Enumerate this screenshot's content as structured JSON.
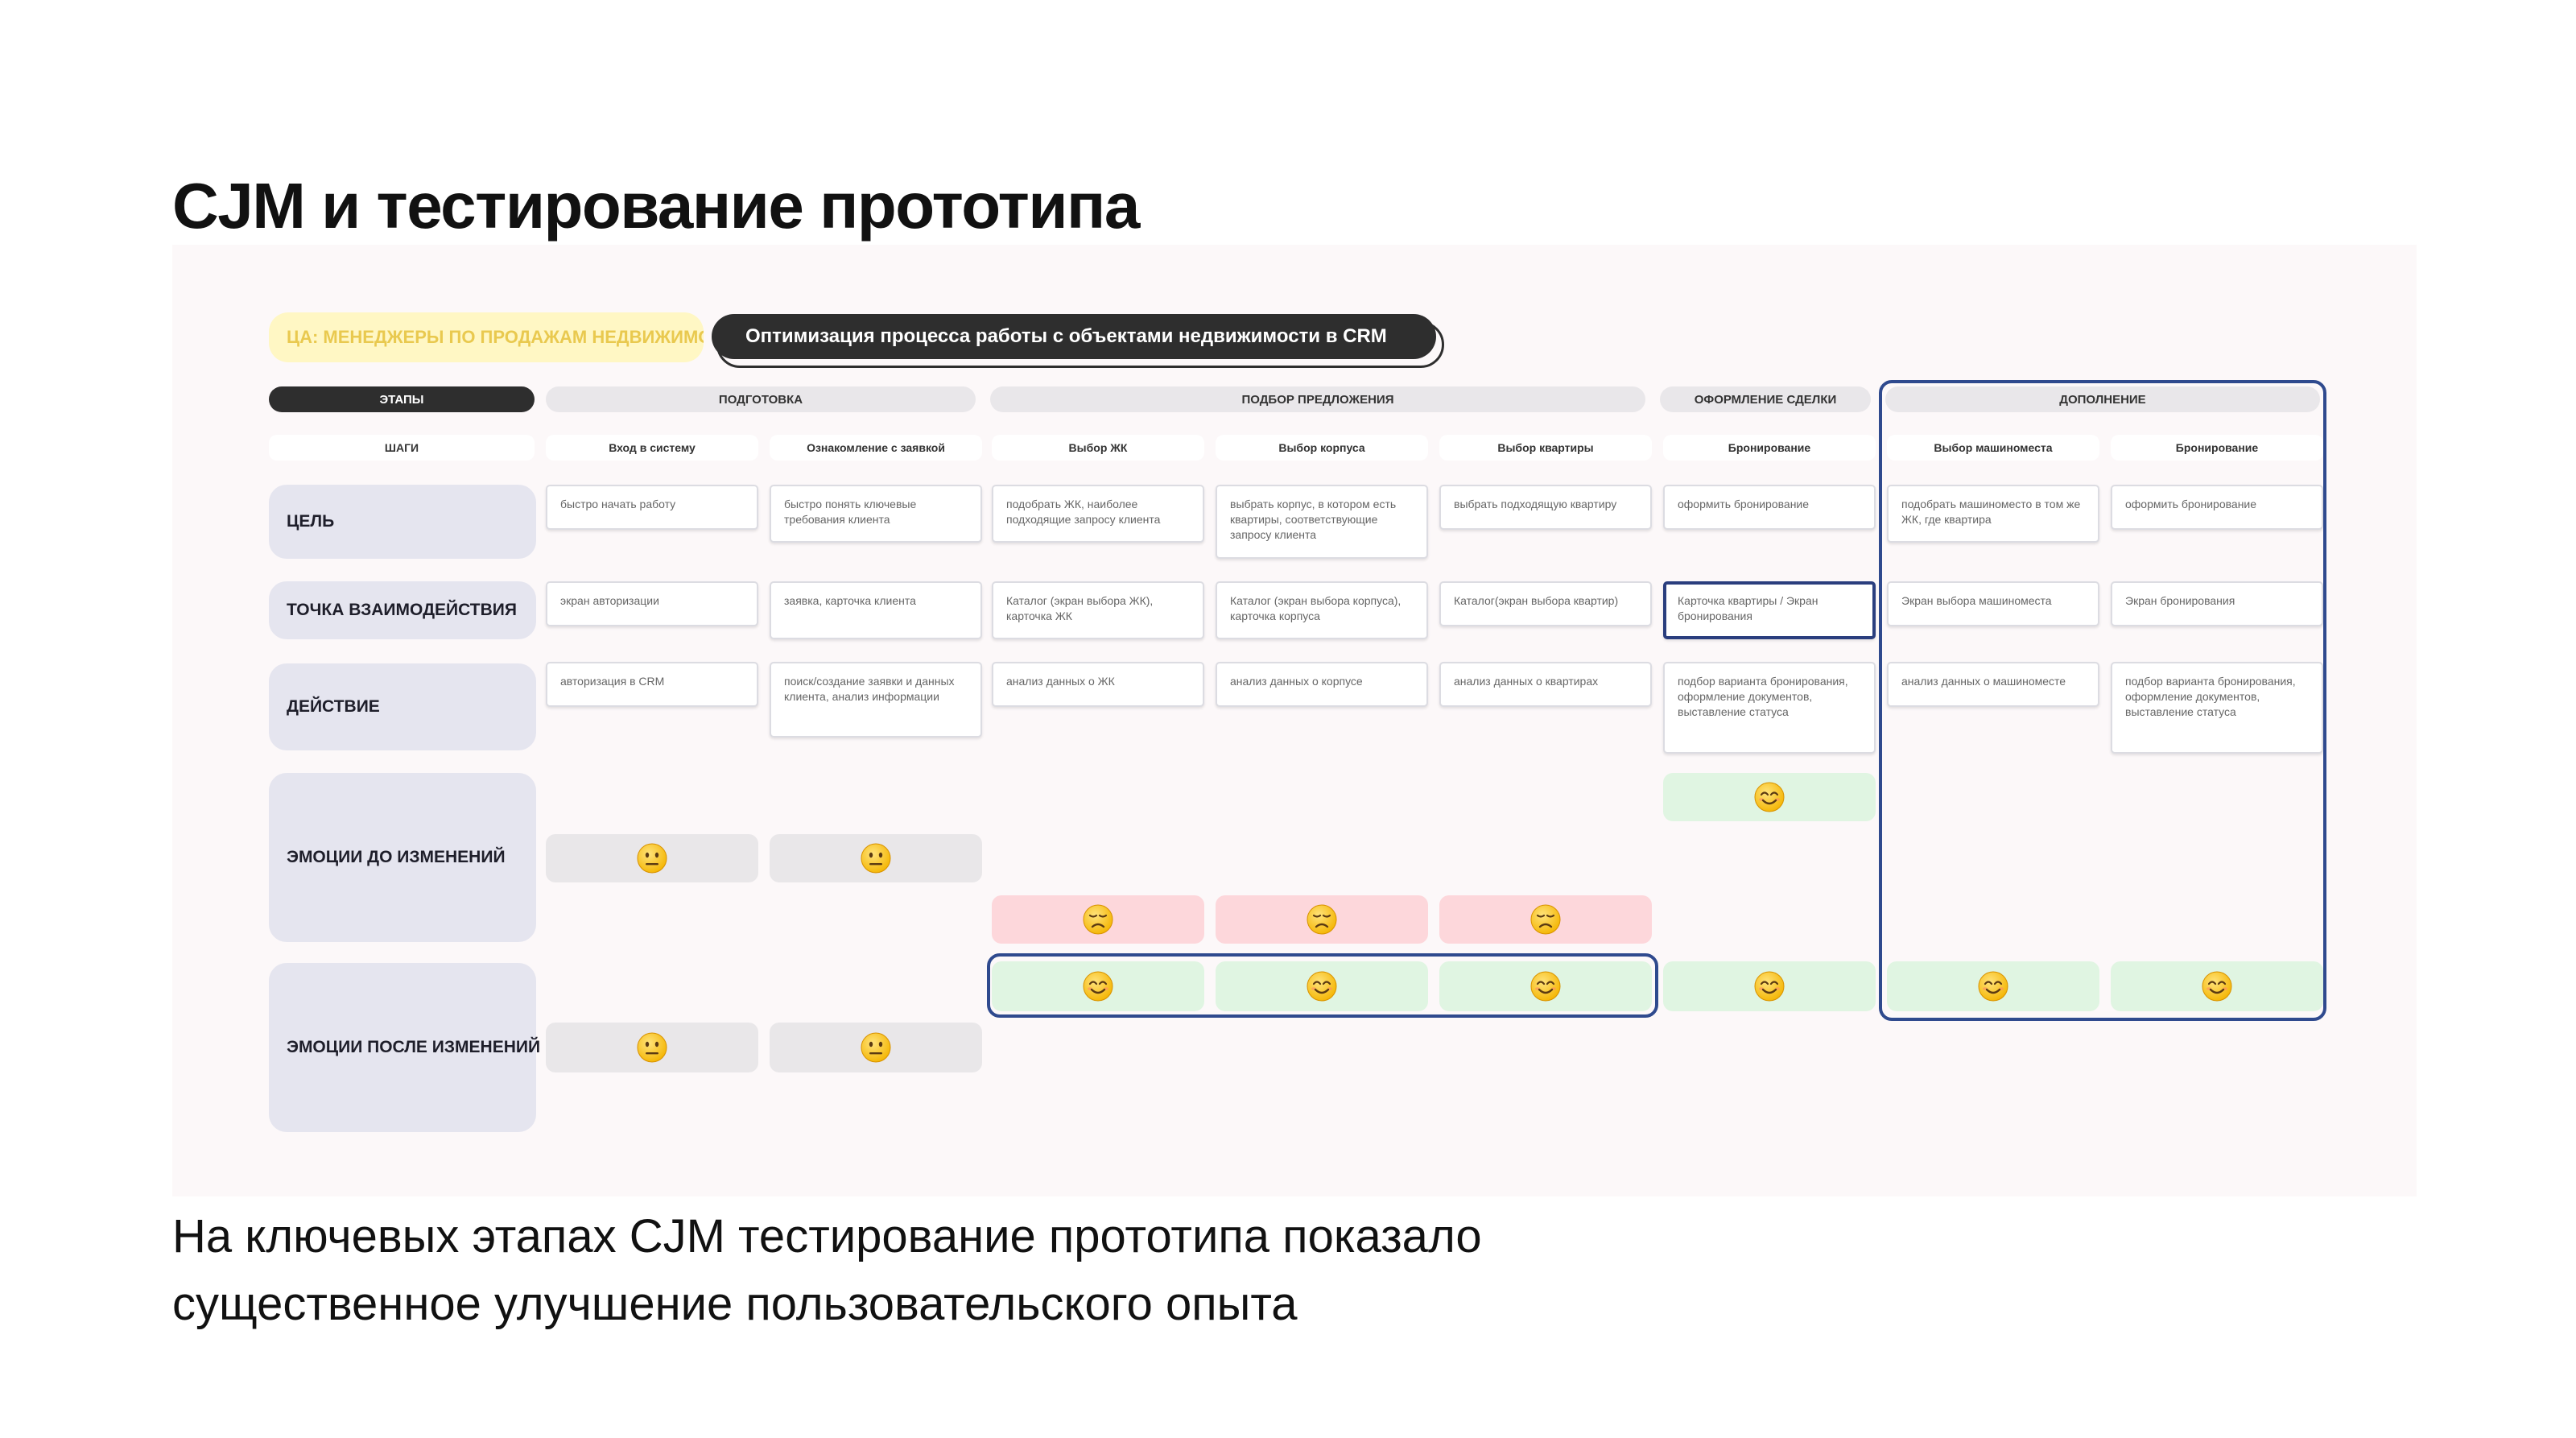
{
  "slide": {
    "title": "CJM и тестирование прототипа",
    "caption_line1": "На ключевых этапах CJM тестирование прототипа показало",
    "caption_line2": "существенное улучшение пользовательского опыта"
  },
  "cjm": {
    "audience_chip": "ЦА: МЕНЕДЖЕРЫ ПО ПРОДАЖАМ НЕДВИЖИМОСТИ",
    "goal_chip": "Оптимизация процесса работы с объектами недвижимости в CRM",
    "stages_label": "ЭТАПЫ",
    "steps_label": "ШАГИ",
    "stages": [
      "ПОДГОТОВКА",
      "ПОДБОР ПРЕДЛОЖЕНИЯ",
      "ОФОРМЛЕНИЕ СДЕЛКИ",
      "ДОПОЛНЕНИЕ"
    ],
    "steps": [
      "Вход в систему",
      "Ознакомление с заявкой",
      "Выбор ЖК",
      "Выбор корпуса",
      "Выбор квартиры",
      "Бронирование",
      "Выбор машиноместа",
      "Бронирование"
    ],
    "row_labels": {
      "goal": "ЦЕЛЬ",
      "touchpoint": "ТОЧКА ВЗАИМОДЕЙСТВИЯ",
      "action": "ДЕЙСТВИЕ",
      "emotions_before": "ЭМОЦИИ ДО ИЗМЕНЕНИЙ",
      "emotions_after": "ЭМОЦИИ ПОСЛЕ ИЗМЕНЕНИЙ"
    },
    "goal": [
      "быстро начать работу",
      "быстро понять ключевые требования клиента",
      "подобрать ЖК, наиболее подходящие запросу клиента",
      "выбрать корпус, в котором есть квартиры, соответствующие запросу клиента",
      "выбрать подходящую квартиру",
      "оформить бронирование",
      "подобрать машиноместо в том же ЖК, где квартира",
      "оформить бронирование"
    ],
    "touchpoint": [
      "экран авторизации",
      "заявка, карточка клиента",
      "Каталог (экран выбора ЖК), карточка ЖК",
      "Каталог (экран выбора корпуса), карточка корпуса",
      "Каталог(экран выбора квартир)",
      "Карточка квартиры / Экран бронирования",
      "Экран выбора машиноместа",
      "Экран бронирования"
    ],
    "action": [
      "авторизация в CRM",
      "поиск/создание заявки и данных клиента, анализ информации",
      "анализ данных о ЖК",
      "анализ данных о корпусе",
      "анализ данных о квартирах",
      "подбор варианта бронирования, оформление документов, выставление статуса",
      "анализ данных о машиноместе",
      "подбор варианта бронирования, оформление документов, выставление статуса"
    ],
    "emotion_names": {
      "neutral": "neutral-face",
      "sad": "sad-face",
      "happy": "happy-face"
    },
    "emotions_before": [
      "neutral",
      "neutral",
      "sad",
      "sad",
      "sad",
      "happy",
      "",
      ""
    ],
    "emotions_after": [
      "neutral",
      "neutral",
      "happy",
      "happy",
      "happy",
      "happy",
      "happy",
      "happy"
    ],
    "colors": {
      "neutral_bg": "#e9e7e9",
      "sad_bg": "#fdd7db",
      "happy_bg": "#e0f5e2",
      "highlight_border": "#2f4a8e",
      "audience_bg": "#fff7c4",
      "dark_chip": "#2e2e2e"
    }
  }
}
